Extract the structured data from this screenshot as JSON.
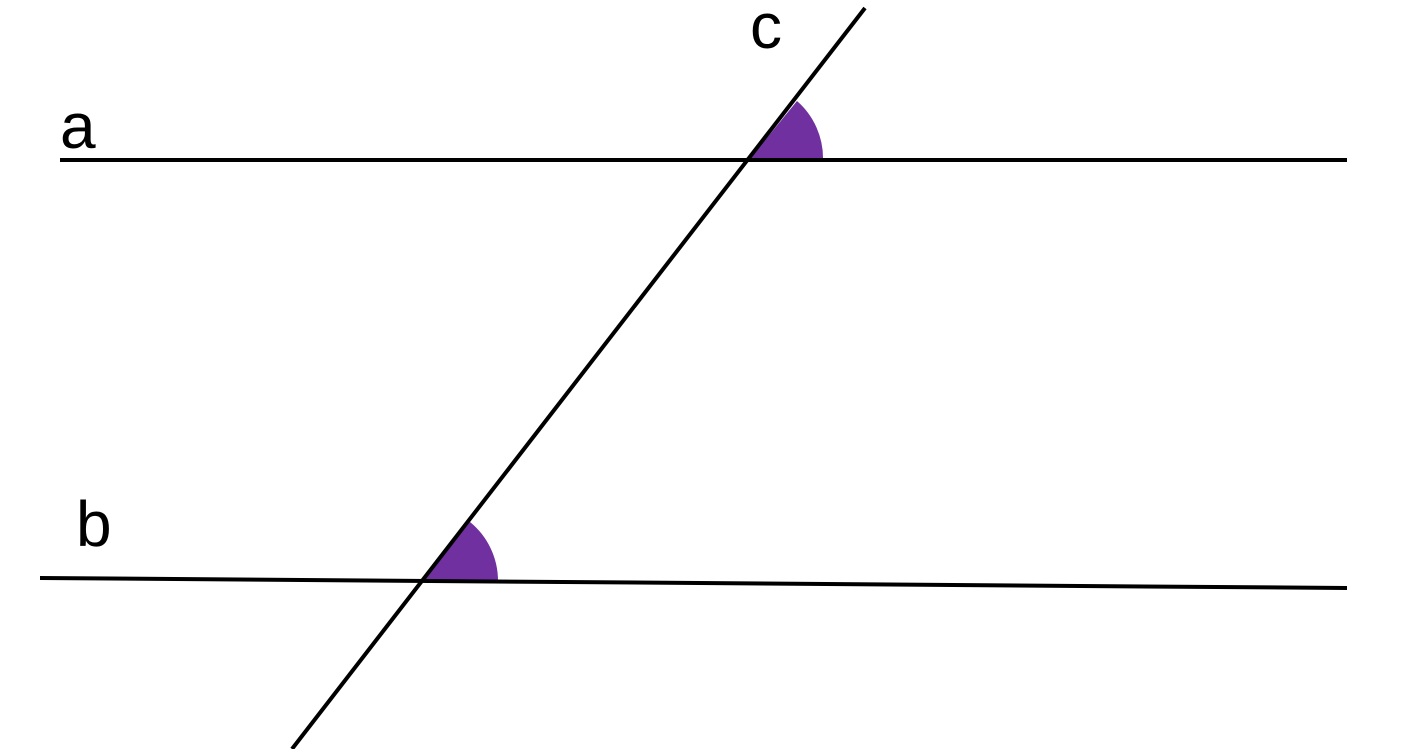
{
  "diagram": {
    "lines": {
      "a": {
        "label": "a"
      },
      "b": {
        "label": "b"
      },
      "c": {
        "label": "c"
      }
    },
    "colors": {
      "line": "#000000",
      "angle_fill": "#7030A0",
      "label": "#000000",
      "background": "#ffffff"
    }
  }
}
